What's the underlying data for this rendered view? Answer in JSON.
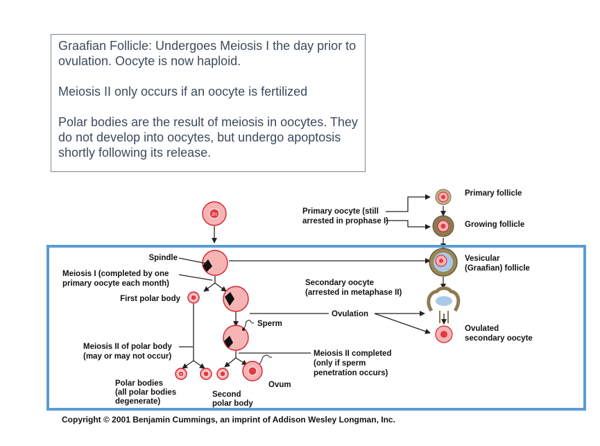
{
  "textbox": {
    "p1": "Graafian Follicle: Undergoes Meiosis I the day prior to ovulation. Oocyte is now haploid.",
    "p2": "Meiosis II only occurs if an oocyte is fertilized",
    "p3": "Polar bodies are the result of meiosis in oocytes. They do not develop into oocytes, but undergo apoptosis shortly following its release."
  },
  "diagram": {
    "cell_2n": "2n",
    "cell_n": "n",
    "primary_oocyte_l1": "Primary oocyte (still",
    "primary_oocyte_l2": "arrested in prophase I)",
    "primary_follicle": "Primary follicle",
    "growing_follicle": "Growing follicle",
    "spindle": "Spindle",
    "meiosis1_l1": "Meiosis I (completed by one",
    "meiosis1_l2": "primary oocyte each month)",
    "first_polar_body": "First polar body",
    "secondary_oocyte_l1": "Secondary oocyte",
    "secondary_oocyte_l2": "(arrested in metaphase II)",
    "vesicular_l1": "Vesicular",
    "vesicular_l2": "(Graafian) follicle",
    "ovulation": "Ovulation",
    "sperm": "Sperm",
    "ovulated_l1": "Ovulated",
    "ovulated_l2": "secondary oocyte",
    "meiosis2_polar_l1": "Meiosis II of polar body",
    "meiosis2_polar_l2": "(may or may not occur)",
    "meiosis2_done_l1": "Meiosis II completed",
    "meiosis2_done_l2": "(only if sperm",
    "meiosis2_done_l3": "penetration occurs)",
    "ovum": "Ovum",
    "polar_bodies_l1": "Polar bodies",
    "polar_bodies_l2": "(all polar bodies",
    "polar_bodies_l3": "degenerate)",
    "second_polar_l1": "Second",
    "second_polar_l2": "polar body"
  },
  "copyright": "Copyright © 2001 Benjamin Cummings, an imprint of Addison Wesley Longman, Inc.",
  "colors": {
    "frame": "#5b9bd5",
    "cell": "#f7b4b4",
    "cell_border": "#d31f2c",
    "text_box": "#3c4a5c"
  }
}
